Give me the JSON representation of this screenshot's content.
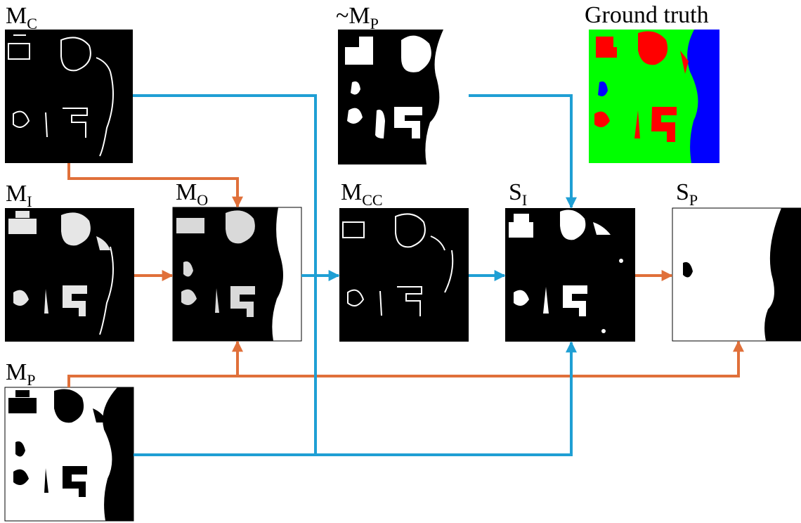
{
  "colors": {
    "blue_arrow": "#1f9fd4",
    "orange_arrow": "#e0703a",
    "gt_text": "#ff0000",
    "gt_background": "#00ff00",
    "gt_border": "#0000ff"
  },
  "labels": {
    "mc": {
      "main": "M",
      "sub": "C"
    },
    "notmp": {
      "prefix": "~",
      "main": "M",
      "sub": "P"
    },
    "gt": "Ground truth",
    "mi": {
      "main": "M",
      "sub": "I"
    },
    "mo": {
      "main": "M",
      "sub": "O"
    },
    "mcc": {
      "main": "M",
      "sub": "CC"
    },
    "si": {
      "main": "S",
      "sub": "I"
    },
    "sp": {
      "main": "S",
      "sub": "P"
    },
    "mp": {
      "main": "M",
      "sub": "P"
    }
  }
}
